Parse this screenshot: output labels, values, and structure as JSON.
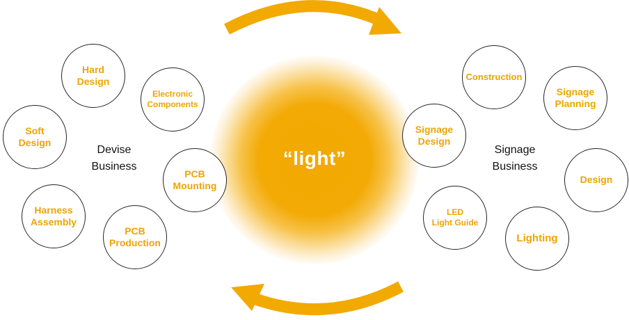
{
  "center": {
    "label": "“light”"
  },
  "devise_group": {
    "label": "Devise\nBusiness",
    "items": [
      "Hard\nDesign",
      "Electronic\nComponents",
      "Soft\nDesign",
      "PCB\nMounting",
      "Harness\nAssembly",
      "PCB\nProduction"
    ]
  },
  "signage_group": {
    "label": "Signage\nBusiness",
    "items": [
      "Construction",
      "Signage\nPlanning",
      "Signage\nDesign",
      "Design",
      "LED\nLight Guide",
      "Lighting"
    ]
  },
  "colors": {
    "accent": "#f2a900",
    "text_dark": "#111111",
    "outline": "#222222"
  }
}
